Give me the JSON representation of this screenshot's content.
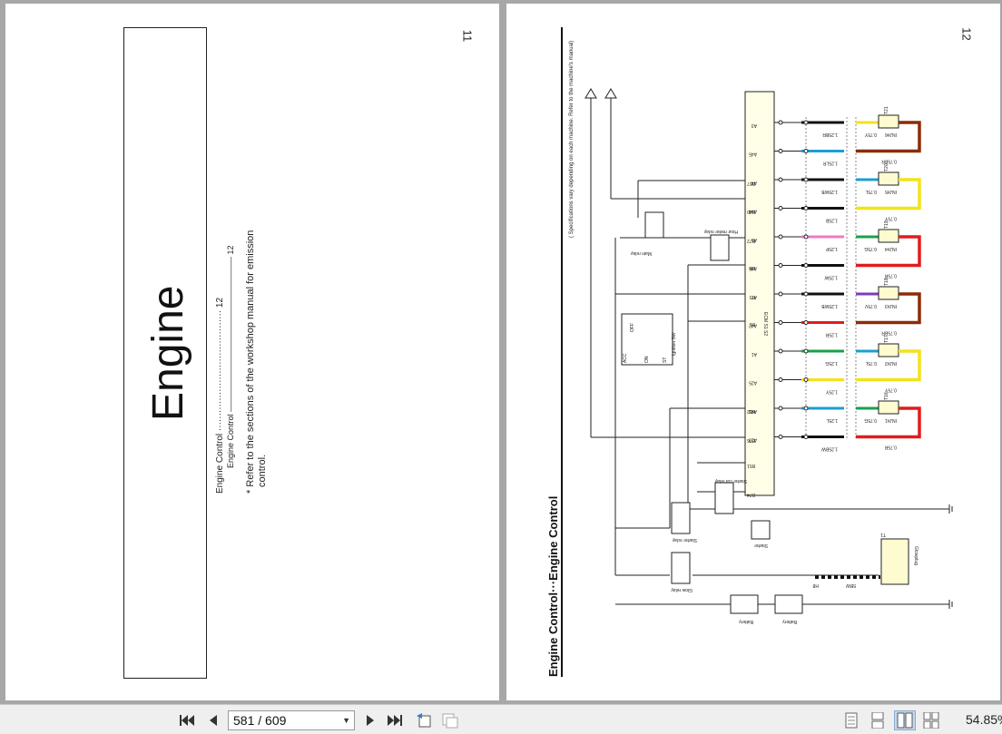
{
  "viewer": {
    "page_indicator": "581 / 609",
    "zoom": "54.85%"
  },
  "left_page": {
    "number": "11",
    "title": "Engine",
    "toc_line1": "Engine Control ········································ 12",
    "toc_line2": "Engine Control ——————————————————— 12",
    "note_line1": "* Refer to the sections of the workshop manual for emission",
    "note_line2": "control."
  },
  "right_page": {
    "number": "12",
    "header": "Engine Control···Engine Control",
    "spec_note": "( Specifications vary depending on each machine. Refer to the machine's manual)",
    "ecm_label": "ECM S1 S2",
    "labels": {
      "main_relay": "Main relay",
      "hour_meter_relay": "Hour meter relay",
      "ignition_sw": "Ignition SW",
      "off": "OFF",
      "acc": "ACC",
      "on": "ON",
      "st": "ST",
      "starter_cut_relay": "Starter cut relay",
      "starter_relay": "Starter relay",
      "starter": "Starter",
      "glow_relay": "Glow relay",
      "battery1": "Battery",
      "battery2": "Battery",
      "glowplug": "Glowplug",
      "t1": "T1",
      "wire_5bw": "5BW",
      "h8": "H8"
    },
    "injectors": [
      {
        "tag": "T21",
        "name": "INJ#6",
        "top_wire": "0.75Y",
        "bot_wire": "0.75BR",
        "top_pin": "A3",
        "bot_pin": "A45",
        "color": "#8b2c06"
      },
      {
        "tag": "T20",
        "name": "INJ#5",
        "top_wire": "0.75L",
        "bot_wire": "0.75Y",
        "top_pin": "A4",
        "bot_pin": "A44",
        "color": "#f3e21a"
      },
      {
        "tag": "T19",
        "name": "INJ#4",
        "top_wire": "0.75G",
        "bot_wire": "0.75R",
        "top_pin": "A5",
        "bot_pin": "A46",
        "color": "#e11c1c"
      },
      {
        "tag": "T18",
        "name": "INJ#3",
        "top_wire": "0.75V",
        "bot_wire": "0.75BR",
        "top_pin": "A7",
        "bot_pin": "A42",
        "color": "#8b2c06"
      },
      {
        "tag": "T17",
        "name": "INJ#2",
        "top_wire": "0.75L",
        "bot_wire": "0.75Y",
        "top_pin": "A1",
        "bot_pin": "A25",
        "color": "#f3e21a"
      },
      {
        "tag": "T16",
        "name": "INJ#1",
        "top_wire": "0.75G",
        "bot_wire": "0.75R",
        "top_pin": "A43",
        "bot_pin": "A23",
        "color": "#e11c1c"
      }
    ],
    "mid_wires": [
      "1.25BR",
      "1.25LR",
      "1.25WB",
      "1.25B",
      "1.25P",
      "1.25W",
      "1.25WB",
      "1.25R",
      "1.25G",
      "1.25Y",
      "1.25L",
      "1.25BW"
    ],
    "ecm_pins": [
      "B57",
      "B40",
      "B72",
      "B5",
      "B3",
      "B1",
      "B52",
      "B76",
      "B51",
      "B74"
    ],
    "mid_colors": [
      "#111111",
      "#1b9fd0",
      "#111111",
      "#111111",
      "#ee7ac4",
      "#111111",
      "#111111",
      "#e11c1c",
      "#18a14a",
      "#f3e21a",
      "#1b9fd0",
      "#111111"
    ],
    "right_top_colors": [
      "#f3e21a",
      "#1b9fd0",
      "#18a14a",
      "#7d3cb6",
      "#1b9fd0",
      "#18a14a"
    ]
  }
}
